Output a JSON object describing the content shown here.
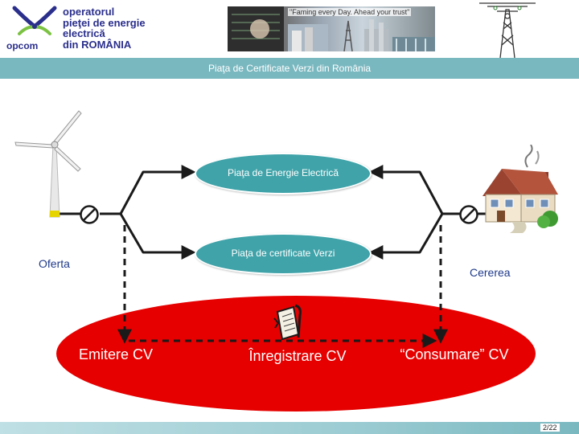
{
  "header": {
    "logo_lines": [
      "operatorul",
      "pieţei de energie",
      "electrică",
      "din ROMÂNIA"
    ],
    "logo_word": "opcom",
    "banner_slogan": "\"Faming every Day. Ahead your trust\""
  },
  "title": "Piaţa de Certificate Verzi din România",
  "diagram": {
    "top_node": "Piaţa de Energie Electrică",
    "bottom_node": "Piaţa de certificate Verzi",
    "supply_label": "Oferta",
    "demand_label": "Cererea",
    "red_stages": [
      "Emitere CV",
      "Înregistrare CV",
      "“Consumare” CV"
    ]
  },
  "icons": [
    "opcom-logo-icon",
    "wind-turbine-icon",
    "house-icon",
    "certificate-icon",
    "meter-icon",
    "power-pylon-icon"
  ],
  "colors": {
    "accent_teal": "#3fa3a9",
    "title_bar": "#7ab8c0",
    "red_area": "#e60000",
    "logo_blue": "#2b2f8c",
    "logo_green": "#7cc242"
  },
  "footer": {
    "page": "2/22"
  }
}
